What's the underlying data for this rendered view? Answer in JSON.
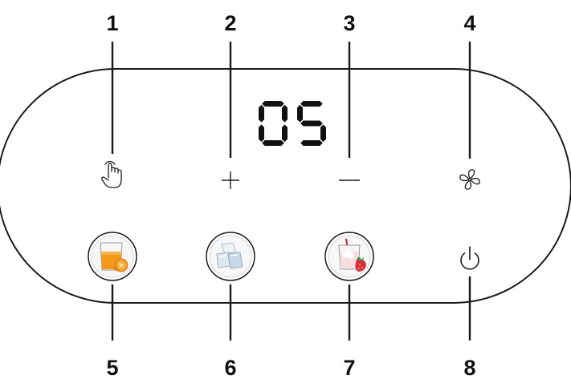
{
  "display": {
    "value": "05"
  },
  "callouts": {
    "top": [
      "1",
      "2",
      "3",
      "4"
    ],
    "bottom": [
      "5",
      "6",
      "7",
      "8"
    ]
  },
  "icons": {
    "touch": "touch-hand-icon",
    "plus": "plus-icon",
    "minus": "minus-icon",
    "fan": "fan-icon",
    "juice": "orange-juice-glass-icon",
    "ice": "ice-cubes-icon",
    "smoothie": "strawberry-smoothie-icon",
    "power": "power-icon"
  },
  "colors": {
    "outline": "#1a1a1a",
    "segment": "#111111",
    "juice_orange": "#f39a1e",
    "strawberry_red": "#d8303a",
    "ice_blue": "#c9d8e6"
  }
}
